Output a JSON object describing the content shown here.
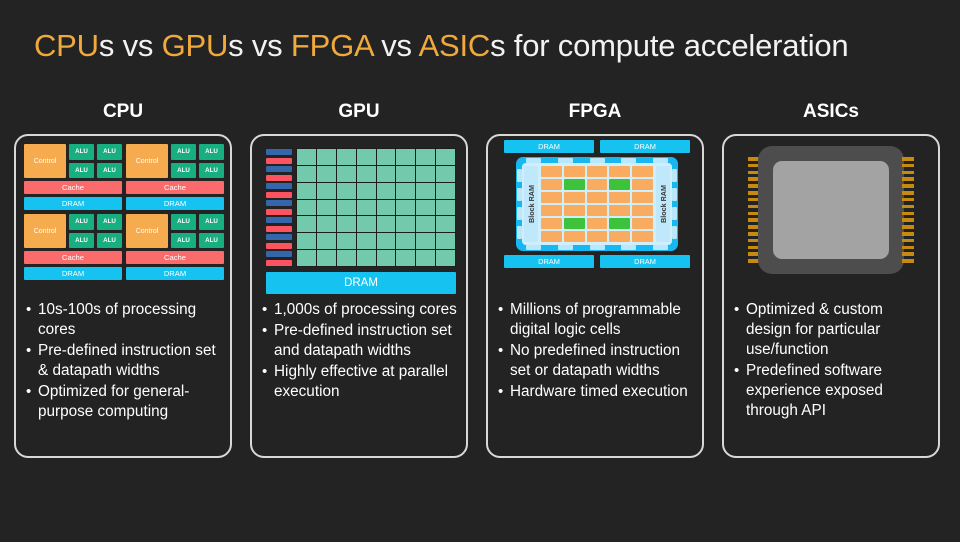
{
  "slide": {
    "background_color": "#232323",
    "accent_color": "#f0a93b",
    "title_parts": [
      {
        "text": "CPU",
        "highlight": true
      },
      {
        "text": "s vs ",
        "highlight": false
      },
      {
        "text": "GPU",
        "highlight": true
      },
      {
        "text": "s vs ",
        "highlight": false
      },
      {
        "text": "FPGA",
        "highlight": true
      },
      {
        "text": " vs ",
        "highlight": false
      },
      {
        "text": "ASIC",
        "highlight": true
      },
      {
        "text": "s for compute acceleration",
        "highlight": false
      }
    ],
    "title_plain": "CPUs vs GPUs vs FPGA vs ASICs for compute acceleration"
  },
  "columns": [
    {
      "header": "CPU",
      "diagram": {
        "type": "cpu-block-diagram",
        "quadrant_count": 4,
        "blocks": {
          "control_label": "Control",
          "alu_label": "ALU",
          "alus_per_quadrant": 4,
          "cache_label": "Cache",
          "dram_label": "DRAM"
        },
        "colors": {
          "control": "#f5ab4e",
          "alu": "#17ae80",
          "cache": "#fb6b6b",
          "dram": "#16c3f0"
        }
      },
      "bullets": [
        "10s-100s of processing cores",
        "Pre-defined instruction set & datapath widths",
        "Optimized for general-purpose computing"
      ]
    },
    {
      "header": "GPU",
      "diagram": {
        "type": "gpu-core-grid",
        "grid_columns": 8,
        "grid_rows": 7,
        "side_bar_count": 14,
        "dram_label": "DRAM",
        "colors": {
          "core": "#72c9ab",
          "bar_blue": "#3566ac",
          "bar_red": "#fb5361",
          "dram": "#16c3f0"
        }
      },
      "bullets": [
        "1,000s of processing cores",
        "Pre-defined instruction set and datapath widths",
        "Highly effective at parallel execution"
      ]
    },
    {
      "header": "FPGA",
      "diagram": {
        "type": "fpga-fabric",
        "dram_label": "DRAM",
        "dram_count": 4,
        "block_ram_label": "Block RAM",
        "block_ram_count": 2,
        "logic_grid_columns": 5,
        "logic_grid_rows": 6,
        "green_cells": [
          [
            1,
            1
          ],
          [
            1,
            3
          ],
          [
            4,
            1
          ],
          [
            4,
            3
          ]
        ],
        "colors": {
          "chip": "#17b7f2",
          "fabric": "#cfeffd",
          "logic_cell": "#f9ab5f",
          "logic_cell_highlight": "#3ec23c",
          "dram": "#16c3f0"
        }
      },
      "bullets": [
        "Millions of programmable digital logic cells",
        "No predefined instruction set or datapath widths",
        "Hardware timed execution"
      ]
    },
    {
      "header": "ASICs",
      "diagram": {
        "type": "asic-package",
        "pins_per_side": 16,
        "colors": {
          "package": "#4d4d4d",
          "die": "#a3a3a3",
          "pin": "#c68a13"
        }
      },
      "bullets": [
        "Optimized & custom design for particular use/function",
        "Predefined software experience exposed through API"
      ]
    }
  ],
  "bullet_marker": "•"
}
